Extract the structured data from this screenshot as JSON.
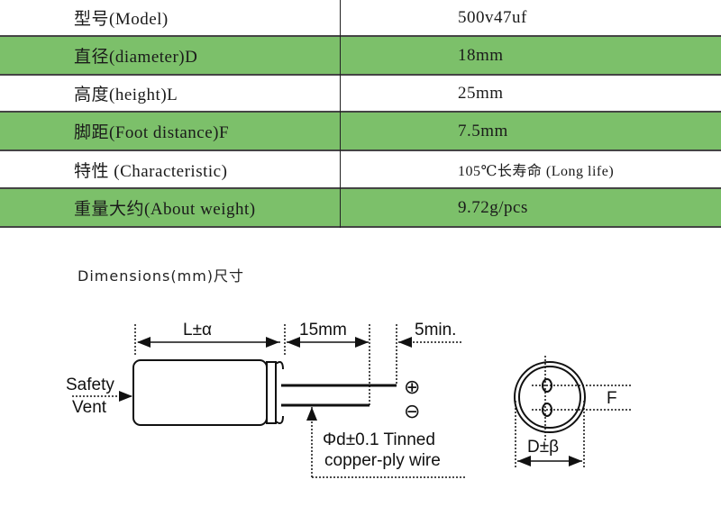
{
  "specs": [
    {
      "label": "型号(Model)",
      "value": "500v47uf",
      "green": false
    },
    {
      "label": "直径(diameter)D",
      "value": "18mm",
      "green": true
    },
    {
      "label": "高度(height)L",
      "value": "25mm",
      "green": false
    },
    {
      "label": "脚距(Foot distance)F",
      "value": "7.5mm",
      "green": true
    },
    {
      "label": "特性 (Characteristic)",
      "value": "105℃长寿命 (Long life)",
      "green": false
    },
    {
      "label": "重量大约(About weight)",
      "value": "9.72g/pcs",
      "green": true
    }
  ],
  "dimensions_title": "Dimensions(mm)尺寸",
  "diagram": {
    "length": "L±α",
    "lead": "15mm",
    "min": "5min.",
    "safety": "Safety",
    "vent": "Vent",
    "plus": "⊕",
    "minus": "⊖",
    "wire1": "Φd±0.1 Tinned",
    "wire2": "copper-ply wire",
    "f": "F",
    "diameter": "D±β"
  },
  "colors": {
    "green": "#7cc06a"
  }
}
